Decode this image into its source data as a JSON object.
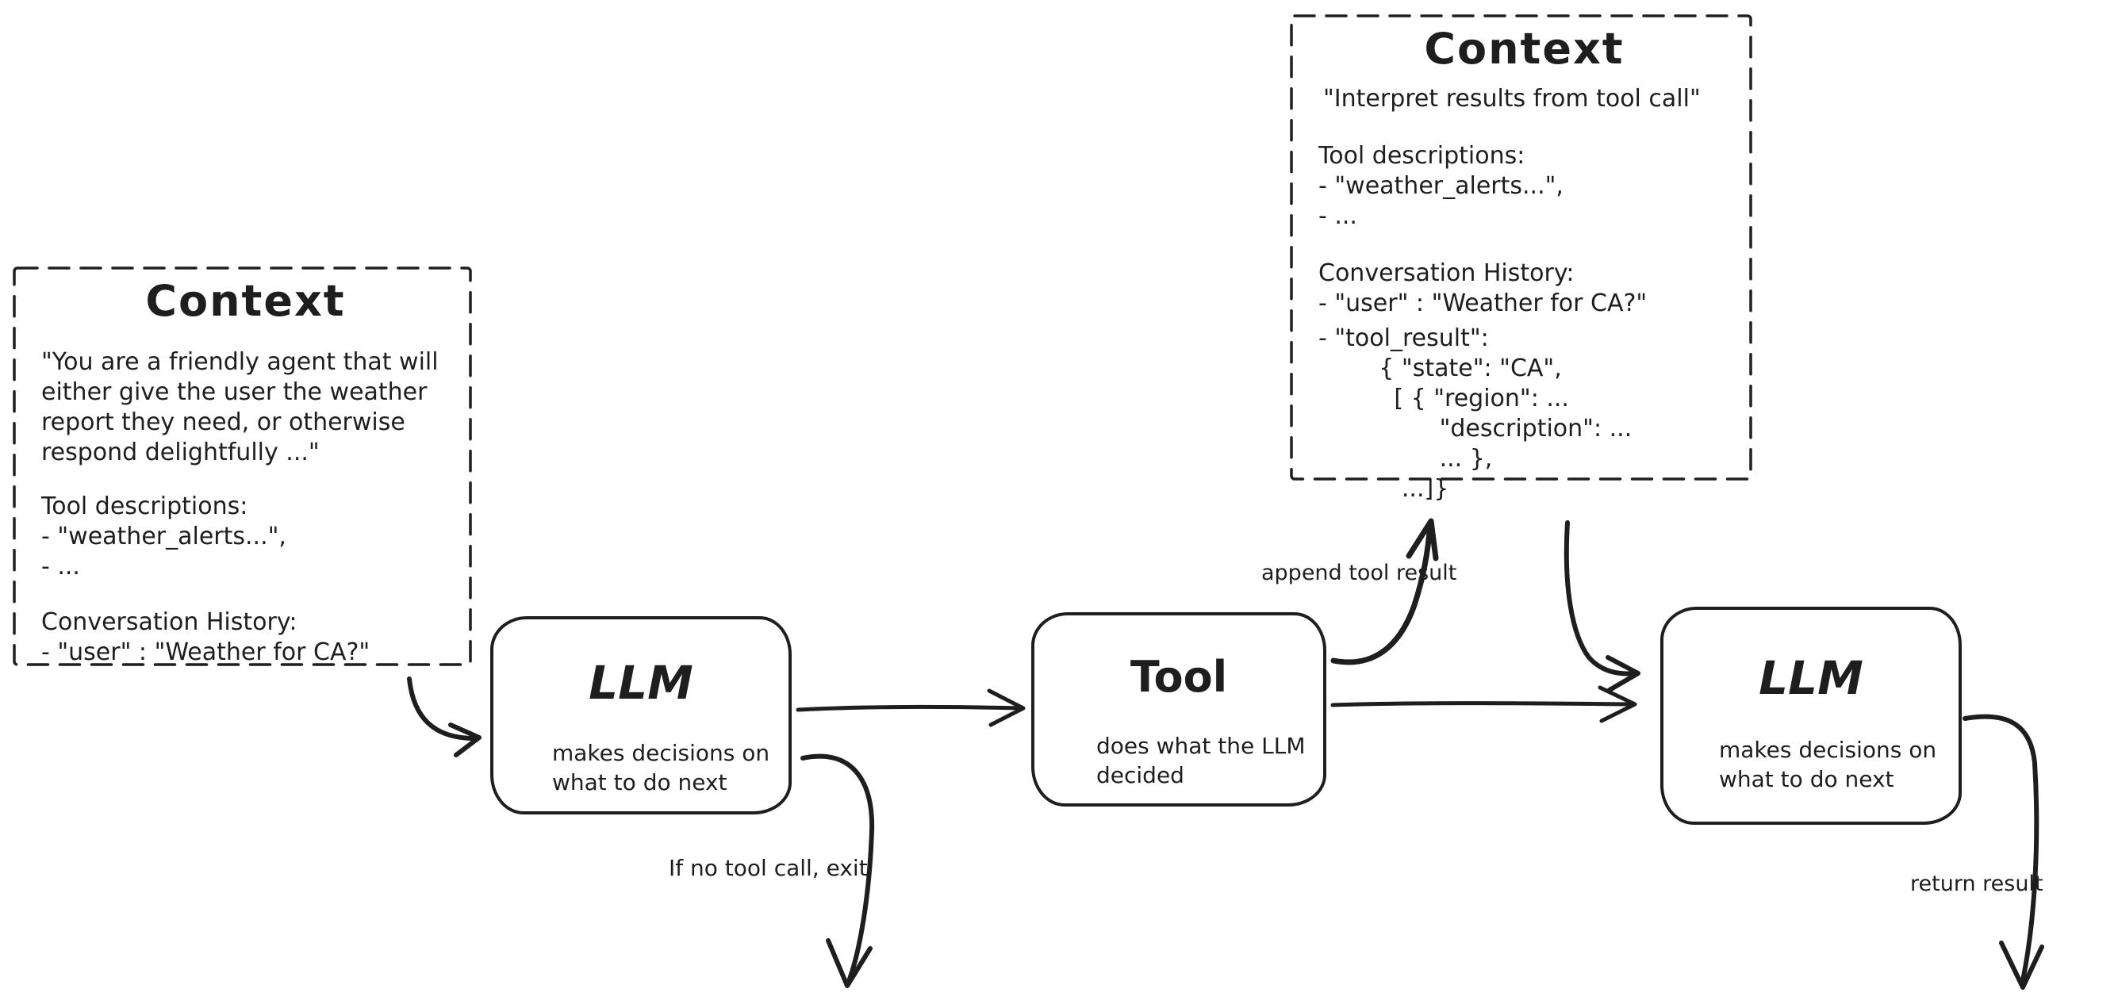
{
  "colors": {
    "stroke": "#1e1e1e",
    "background": "#ffffff"
  },
  "context_left": {
    "title": "Context",
    "body": "\"You are a friendly agent that will\neither give the user the weather\nreport they need, or otherwise\nrespond delightfully ...\"",
    "tools": "Tool descriptions:\n- \"weather_alerts...\",\n- ...",
    "history": "Conversation History:\n- \"user\" : \"Weather for CA?\""
  },
  "context_right": {
    "title": "Context",
    "intro": "\"Interpret results from tool call\"",
    "tools": "Tool descriptions:\n- \"weather_alerts...\",\n- ...",
    "history": "Conversation History:\n- \"user\" : \"Weather for CA?\"",
    "tool_result": "- \"tool_result\":\n        { \"state\": \"CA\",\n          [ { \"region\": ...\n                \"description\": ...\n                ... },\n           ...]}"
  },
  "nodes": {
    "llm1": {
      "title": "LLM",
      "subtitle": "makes decisions on\nwhat to do next"
    },
    "tool": {
      "title": "Tool",
      "subtitle": "does what the LLM\ndecided"
    },
    "llm2": {
      "title": "LLM",
      "subtitle": "makes decisions on\nwhat to do next"
    }
  },
  "edge_labels": {
    "append_tool_result": "append tool result",
    "if_no_tool_call_exit": "If no tool call, exit",
    "return_result": "return result"
  }
}
